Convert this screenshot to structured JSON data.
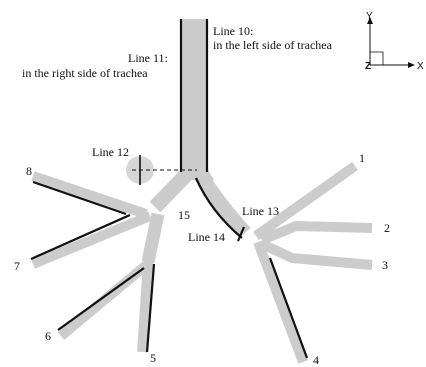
{
  "labels": {
    "line10_a": "Line 10:",
    "line10_b": "in the left side of trachea",
    "line11_a": "Line 11:",
    "line11_b": "in the right side of trachea",
    "line12": "Line 12",
    "line13": "Line 13",
    "line14": "Line 14",
    "n15": "15"
  },
  "branch_numbers": [
    "1",
    "2",
    "3",
    "4",
    "5",
    "6",
    "7",
    "8"
  ],
  "axes": {
    "y": "Y",
    "z": "Z",
    "x": "X"
  },
  "colors": {
    "airway_fill": "#cccccc",
    "wall_line": "#111111",
    "background": "#ffffff"
  }
}
